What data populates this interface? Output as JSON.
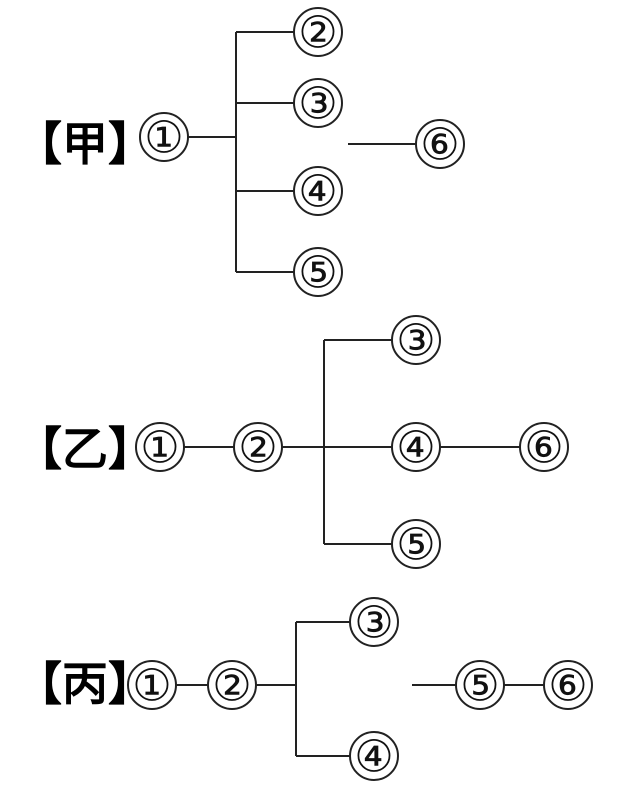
{
  "diagrams": [
    {
      "label": "【甲】",
      "nodes": [
        "①",
        "②",
        "③",
        "④",
        "⑤",
        "⑥"
      ]
    },
    {
      "label": "【乙】",
      "nodes": [
        "①",
        "②",
        "③",
        "④",
        "⑤",
        "⑥"
      ]
    },
    {
      "label": "【丙】",
      "nodes": [
        "①",
        "②",
        "③",
        "④",
        "⑤",
        "⑥"
      ]
    }
  ],
  "colors": {
    "line": "#222222",
    "text": "#111111"
  }
}
